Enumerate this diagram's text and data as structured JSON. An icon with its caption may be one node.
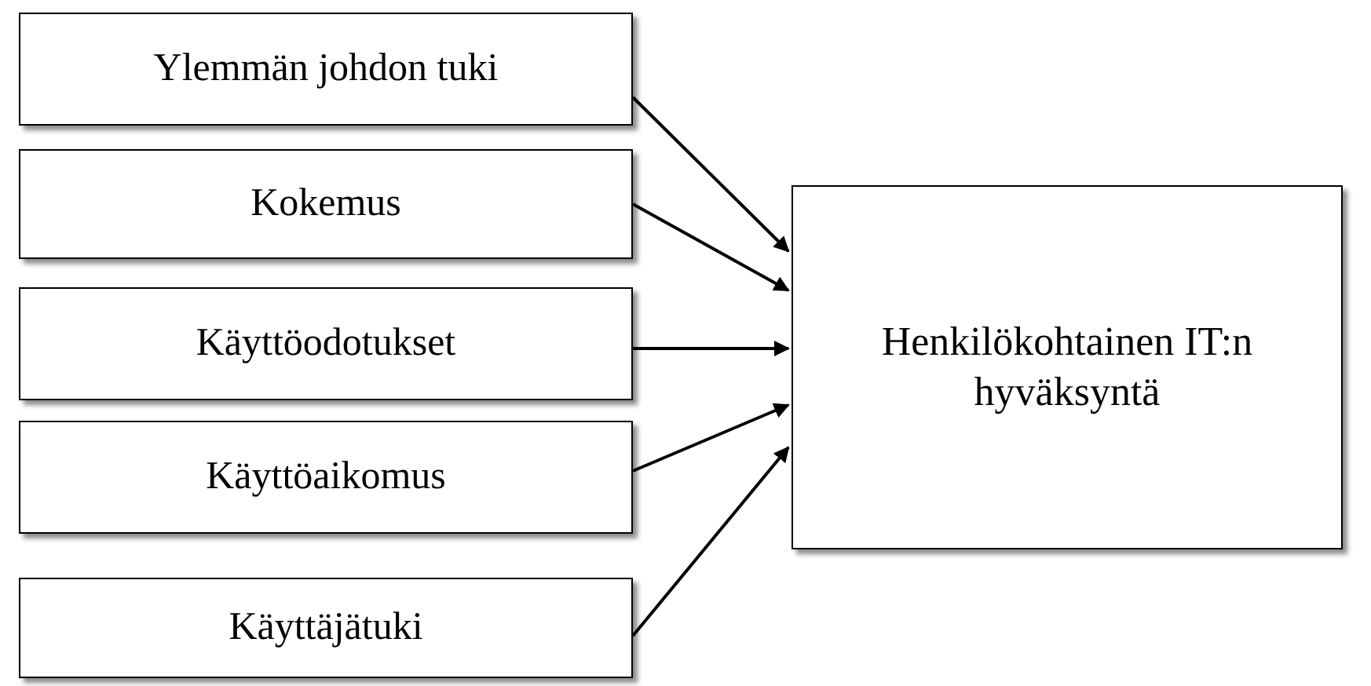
{
  "diagram": {
    "nodes": [
      {
        "text": [
          "Ylemmän johdon tuki"
        ]
      },
      {
        "text": [
          "Kokemus"
        ]
      },
      {
        "text": [
          "Käyttöodotukset"
        ]
      },
      {
        "text": [
          "Käyttöaikomus"
        ]
      },
      {
        "text": [
          "Käyttäjätuki"
        ]
      },
      {
        "text": [
          "Henkilökohtainen IT:n hyväksyntä"
        ]
      }
    ],
    "edges": [
      {
        "from": 0,
        "to": 5,
        "arrow": "to"
      },
      {
        "from": 1,
        "to": 5,
        "arrow": "to"
      },
      {
        "from": 2,
        "to": 5,
        "arrow": "to"
      },
      {
        "from": 3,
        "to": 5,
        "arrow": "to"
      },
      {
        "from": 4,
        "to": 5,
        "arrow": "to"
      }
    ]
  }
}
